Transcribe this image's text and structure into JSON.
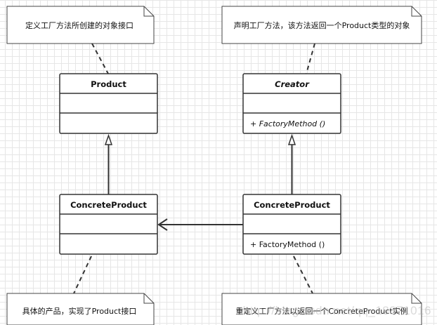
{
  "notes": {
    "product_note": "定义工厂方法所创建的对象接口",
    "creator_note": "声明工厂方法，该方法返回一个Product类型的对象",
    "concrete_product_note": "具体的产品，实现了Product接口",
    "concrete_creator_note": "重定义工厂方法以返回一个ConcreteProduct实例"
  },
  "classes": {
    "product": {
      "name": "Product"
    },
    "creator": {
      "name": "Creator",
      "operation": "+ FactoryMethod ()"
    },
    "concrete_product": {
      "name": "ConcreteProduct"
    },
    "concrete_creator": {
      "name": "ConcreteProduct",
      "operation": "+ FactoryMethod ()"
    }
  },
  "watermark": "http://blog.csdn.net/qq_18371016"
}
